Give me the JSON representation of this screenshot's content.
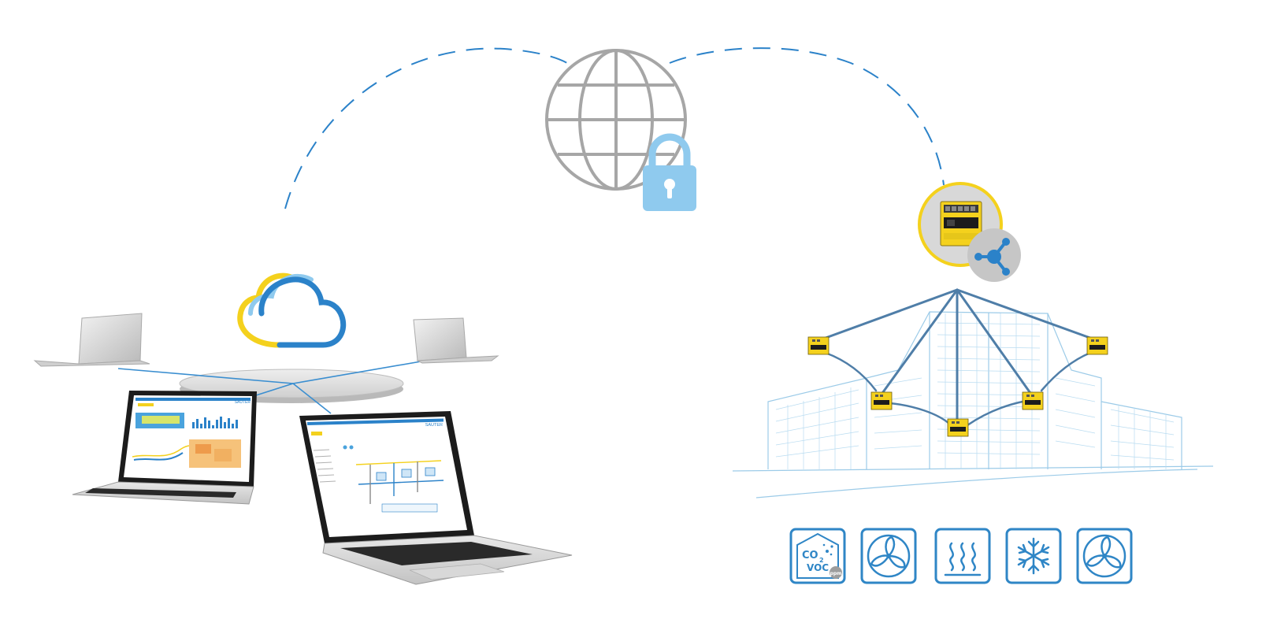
{
  "colors": {
    "accent_blue": "#2b82c9",
    "light_blue": "#8fcaee",
    "sauter_yellow": "#f4d11d",
    "globe_gray": "#a6a6a6",
    "building_line": "#9ccbe8",
    "network_line": "#4f7ea8",
    "icon_border": "#2f86c6"
  },
  "elements": {
    "globe": "globe-icon",
    "lock": "padlock-icon",
    "cloud": "cloud-icon",
    "controller": "controller-device-icon",
    "network": "network-hub-icon"
  },
  "laptop_screens": {
    "brand": "SAUTER"
  },
  "device_icons": [
    {
      "name": "air-quality-sensor-icon",
      "co2": "CO",
      "co2_sub": "2",
      "voc": "VOC",
      "pm": "ppm"
    },
    {
      "name": "fan-icon"
    },
    {
      "name": "heating-icon"
    },
    {
      "name": "cooling-snowflake-icon"
    },
    {
      "name": "fan-icon"
    }
  ]
}
